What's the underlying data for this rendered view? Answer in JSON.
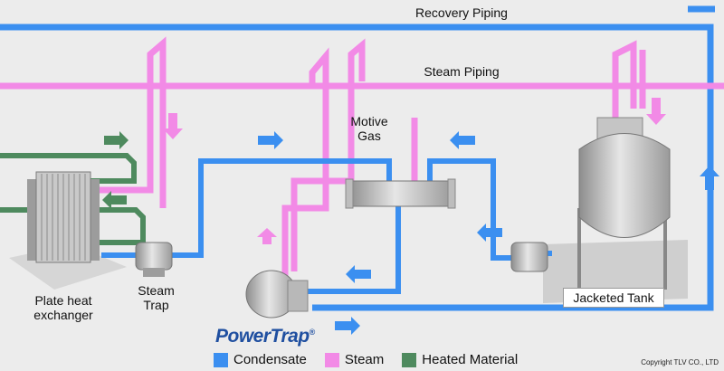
{
  "labels": {
    "recovery_piping": "Recovery Piping",
    "steam_piping": "Steam Piping",
    "motive_gas_line1": "Motive",
    "motive_gas_line2": "Gas",
    "plate_hx_line1": "Plate heat",
    "plate_hx_line2": "exchanger",
    "steam_trap_line1": "Steam",
    "steam_trap_line2": "Trap",
    "jacketed_tank": "Jacketed Tank"
  },
  "brand": {
    "name": "PowerTrap",
    "mark": "®"
  },
  "legend": [
    {
      "label": "Condensate",
      "color": "#3b8ff0"
    },
    {
      "label": "Steam",
      "color": "#f28ae6"
    },
    {
      "label": "Heated Material",
      "color": "#4e8a5e"
    }
  ],
  "copyright": "Copyright TLV CO., LTD",
  "colors": {
    "condensate": "#3b8ff0",
    "steam": "#f28ae6",
    "heated_material": "#4e8a5e",
    "equipment": "#b5b5b5",
    "background": "#ececec"
  }
}
